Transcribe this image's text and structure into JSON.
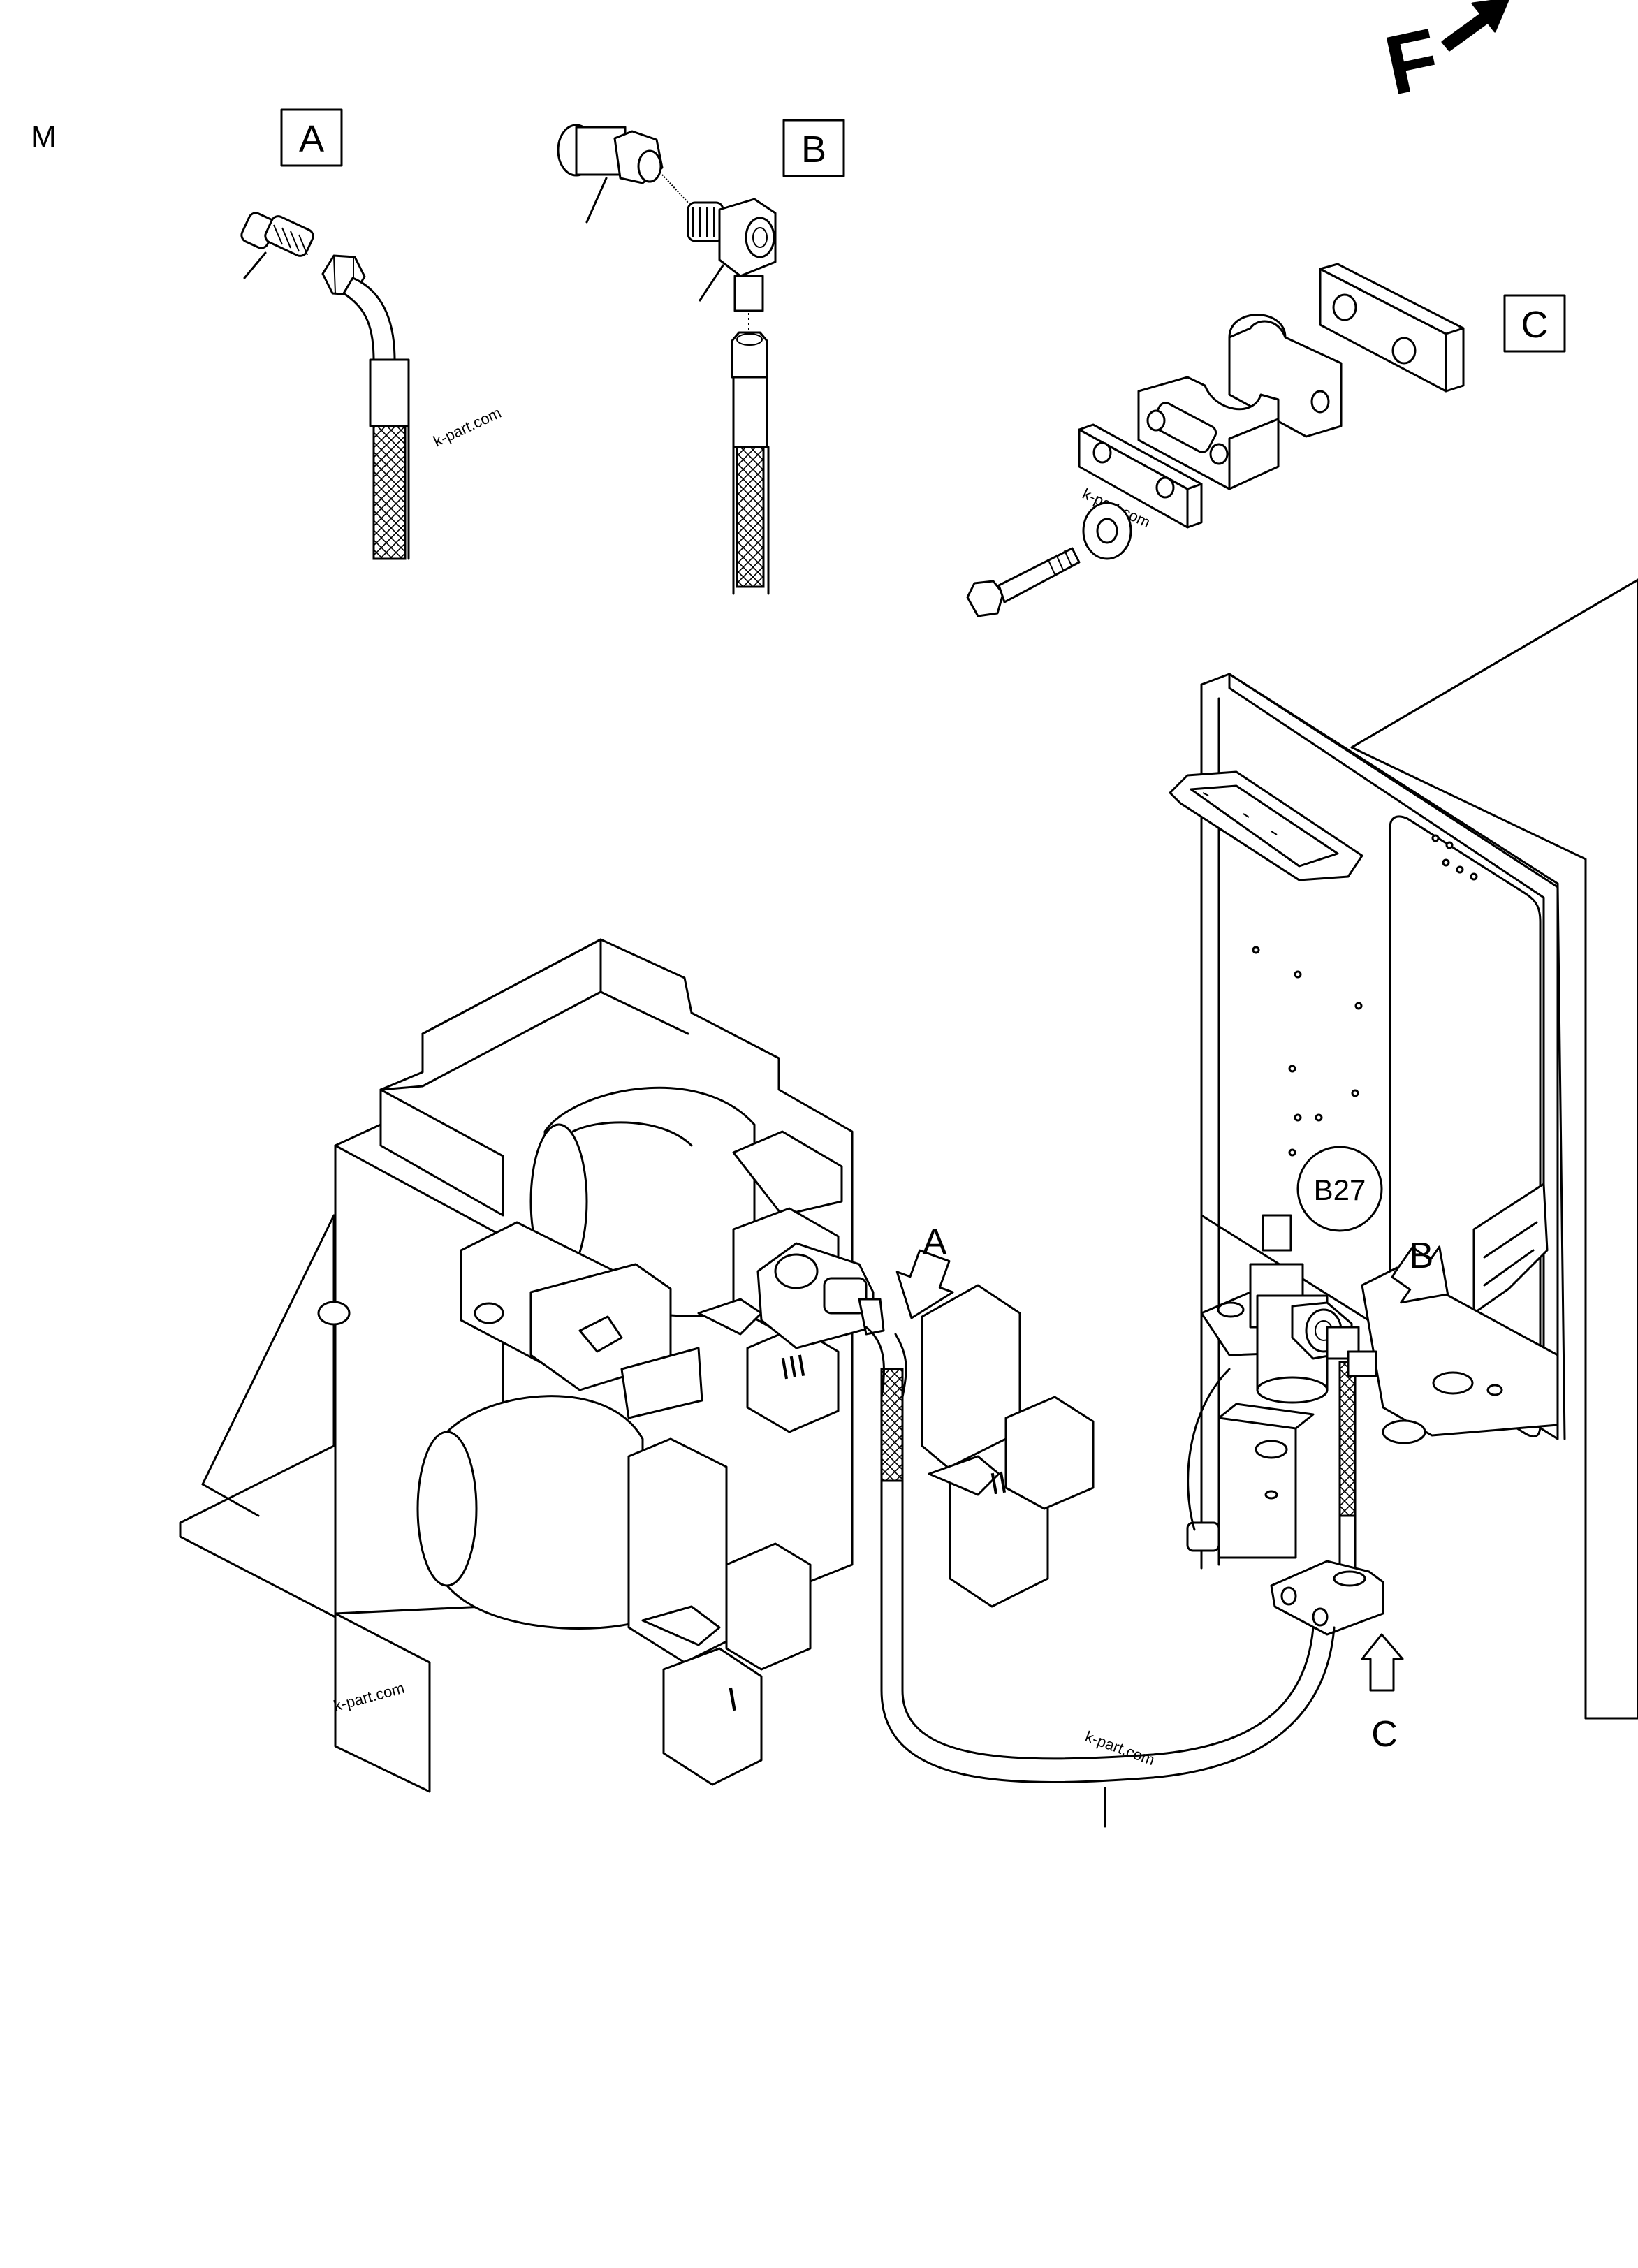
{
  "sheet_label": "M",
  "callouts": {
    "detail_a": "A",
    "detail_b": "B",
    "detail_c": "C",
    "arrow_a": "A",
    "arrow_b": "B",
    "arrow_c": "C"
  },
  "position_label": "B27",
  "roman_numerals": {
    "one": "I",
    "two": "II",
    "three": "III"
  },
  "watermarks": [
    "k-part.com",
    "k-part.com",
    "k-part.com",
    "k-part.com"
  ],
  "front_indicator": "F"
}
